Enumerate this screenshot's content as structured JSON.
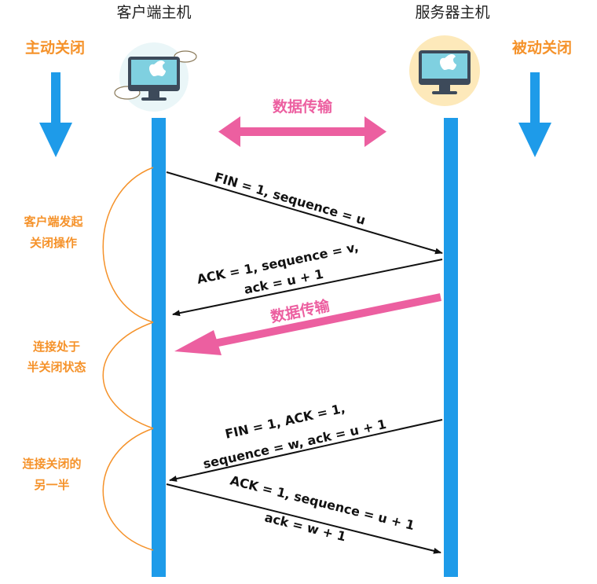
{
  "hosts": {
    "client": "客户端主机",
    "server": "服务器主机"
  },
  "sides": {
    "client_action": "主动关闭",
    "server_action": "被动关闭"
  },
  "data_transfer": {
    "top_label": "数据传输",
    "mid_label": "数据传输"
  },
  "phases": {
    "p1_line1": "客户端发起",
    "p1_line2": "关闭操作",
    "p2_line1": "连接处于",
    "p2_line2": "半关闭状态",
    "p3_line1": "连接关闭的",
    "p3_line2": "另一半"
  },
  "messages": {
    "m1": "FIN = 1, sequence = u",
    "m2_line1": "ACK = 1, sequence = v,",
    "m2_line2": "ack = u + 1",
    "m3_line1": "FIN = 1,  ACK = 1,",
    "m3_line2": "sequence = w, ack = u + 1",
    "m4_line1": "ACK = 1, sequence = u + 1",
    "m4_line2": "ack = w + 1"
  },
  "colors": {
    "timeline": "#1e9be9",
    "accent_orange": "#f5922a",
    "data_pink": "#ec5fa0",
    "arrow_black": "#111111"
  },
  "icons": {
    "client": "desktop-computer-cloud-icon",
    "server": "desktop-computer-sun-icon"
  }
}
